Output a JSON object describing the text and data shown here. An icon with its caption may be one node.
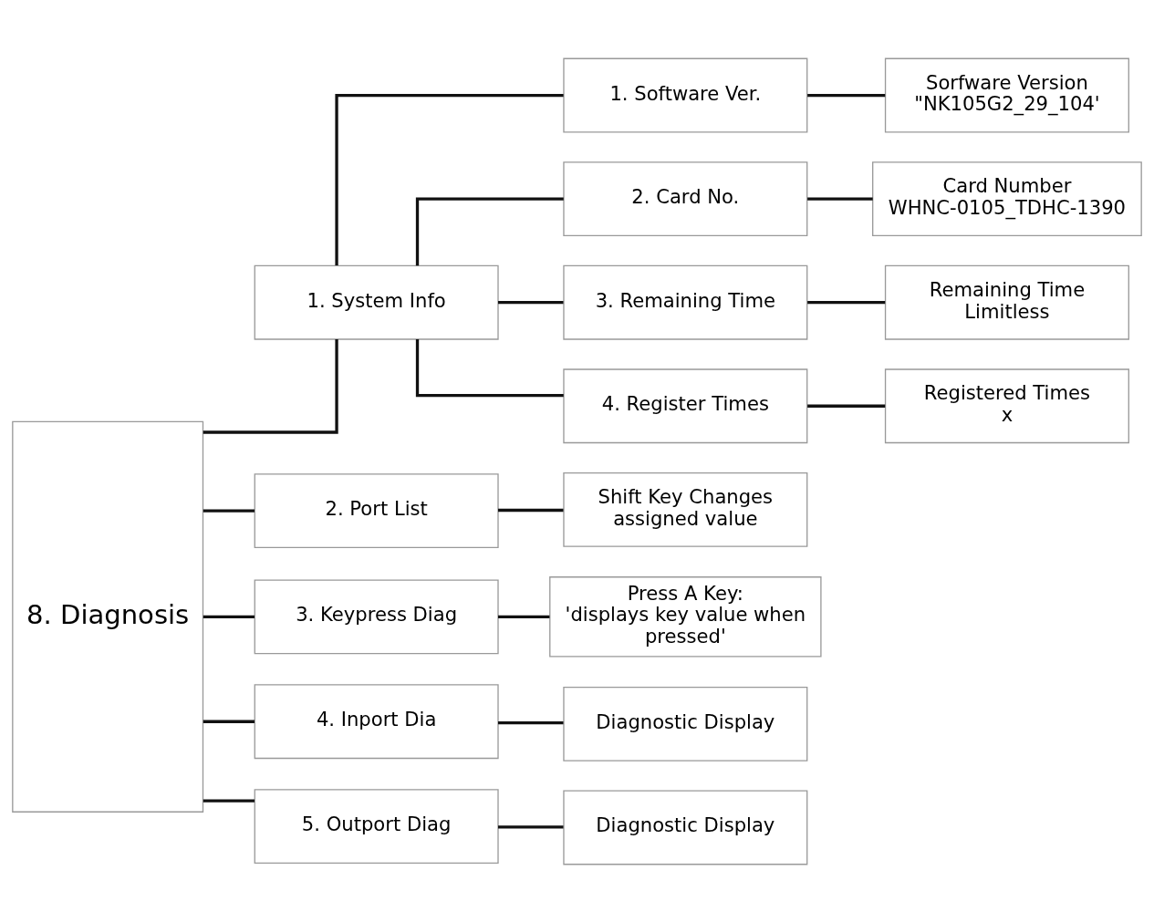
{
  "diagram": {
    "nodes": [
      {
        "text": [
          "8. Diagnosis"
        ]
      },
      {
        "text": [
          "1. System Info"
        ]
      },
      {
        "text": [
          "1. Software Ver."
        ]
      },
      {
        "text": [
          "Sorfware Version",
          "\"NK105G2_29_104'"
        ]
      },
      {
        "text": [
          "2. Card No."
        ]
      },
      {
        "text": [
          "Card Number",
          "WHNC-0105_TDHC-1390"
        ]
      },
      {
        "text": [
          "3. Remaining Time"
        ]
      },
      {
        "text": [
          "Remaining Time",
          "Limitless"
        ]
      },
      {
        "text": [
          "4. Register Times"
        ]
      },
      {
        "text": [
          "Registered Times",
          "x"
        ]
      },
      {
        "text": [
          "2. Port List"
        ]
      },
      {
        "text": [
          "Shift Key Changes assigned value"
        ]
      },
      {
        "text": [
          "3. Keypress Diag"
        ]
      },
      {
        "text": [
          "Press A Key:",
          "'displays key value when pressed'"
        ]
      },
      {
        "text": [
          "4. Inport Dia"
        ]
      },
      {
        "text": [
          "Diagnostic Display"
        ]
      },
      {
        "text": [
          "5. Outport Diag"
        ]
      },
      {
        "text": [
          "Diagnostic Display"
        ]
      }
    ],
    "edges": [
      {
        "from": 0,
        "to": 1,
        "arrow": "none"
      },
      {
        "from": 1,
        "to": 2,
        "arrow": "none"
      },
      {
        "from": 2,
        "to": 3,
        "arrow": "none"
      },
      {
        "from": 1,
        "to": 4,
        "arrow": "none"
      },
      {
        "from": 4,
        "to": 5,
        "arrow": "none"
      },
      {
        "from": 1,
        "to": 6,
        "arrow": "none"
      },
      {
        "from": 6,
        "to": 7,
        "arrow": "none"
      },
      {
        "from": 1,
        "to": 8,
        "arrow": "none"
      },
      {
        "from": 8,
        "to": 9,
        "arrow": "none"
      },
      {
        "from": 0,
        "to": 10,
        "arrow": "none"
      },
      {
        "from": 10,
        "to": 11,
        "arrow": "none"
      },
      {
        "from": 0,
        "to": 12,
        "arrow": "none"
      },
      {
        "from": 12,
        "to": 13,
        "arrow": "none"
      },
      {
        "from": 0,
        "to": 14,
        "arrow": "none"
      },
      {
        "from": 14,
        "to": 15,
        "arrow": "none"
      },
      {
        "from": 0,
        "to": 16,
        "arrow": "none"
      },
      {
        "from": 16,
        "to": 17,
        "arrow": "none"
      }
    ]
  }
}
